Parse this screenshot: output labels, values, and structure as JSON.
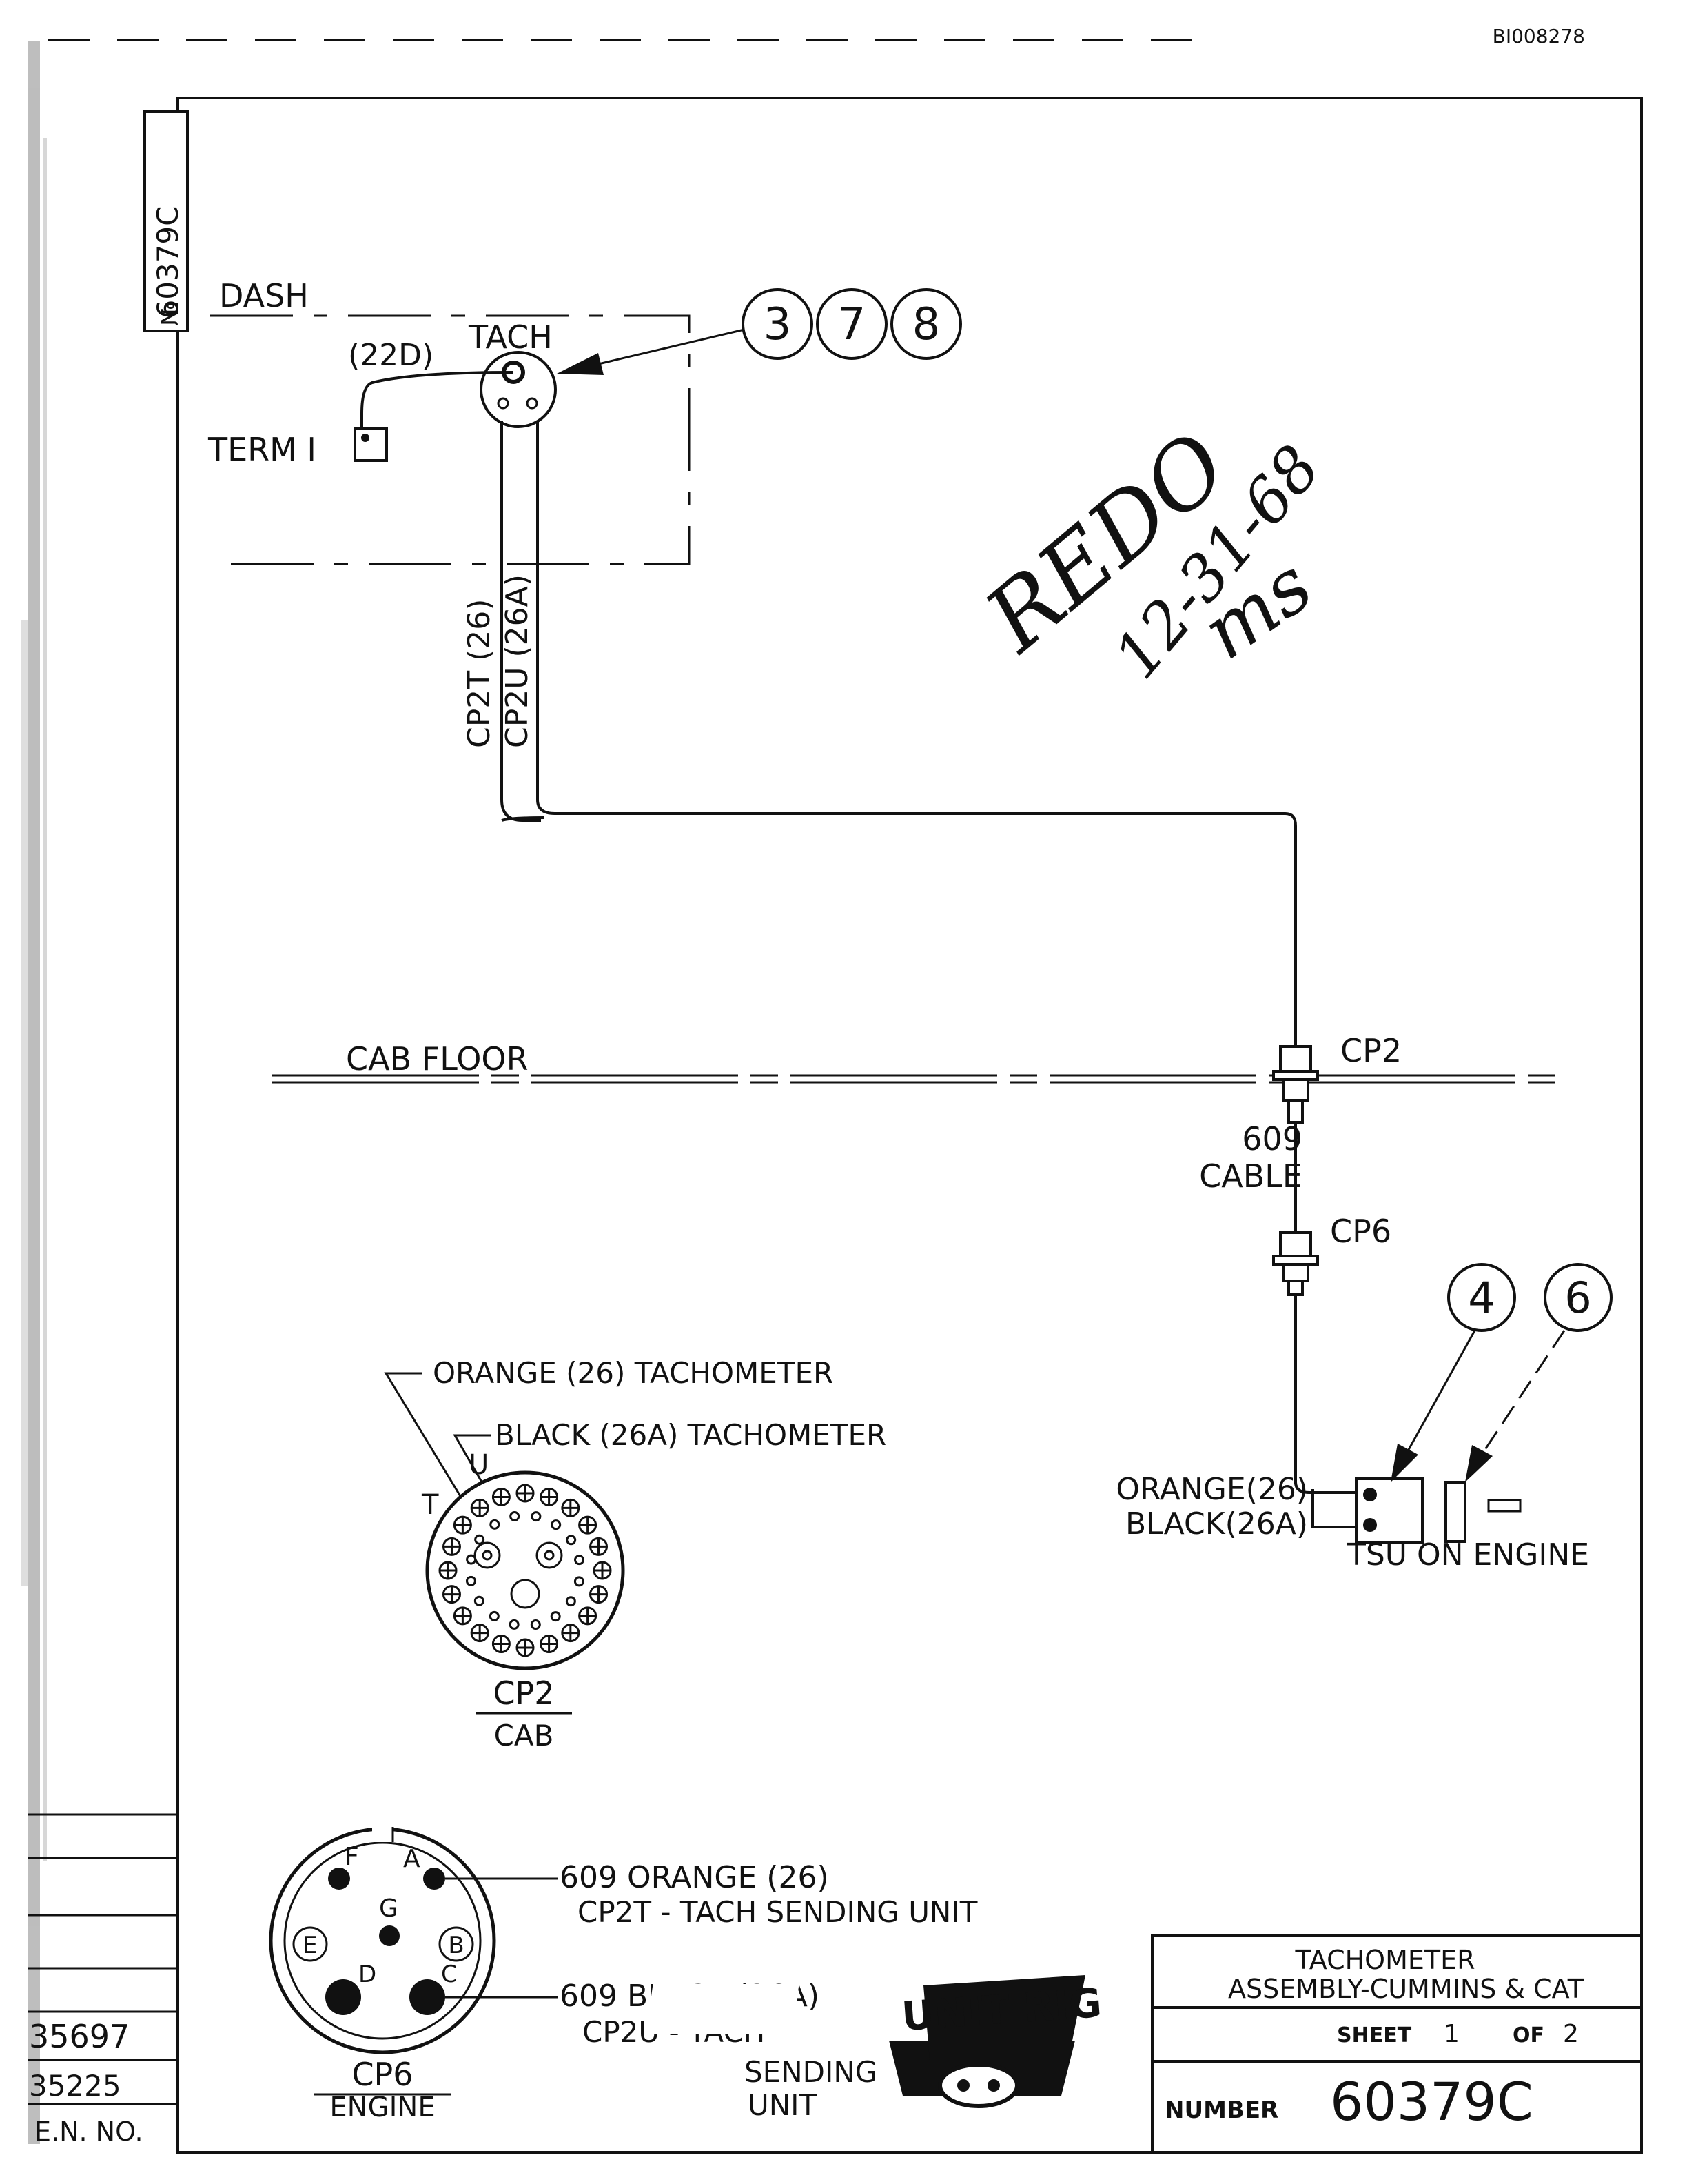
{
  "doc_id": "BI008278",
  "drawing_number_vertical": "60379C",
  "drawing_number_prefix": "№",
  "labels": {
    "dash": "DASH",
    "tach": "TACH",
    "wire_22d": "(22D)",
    "term1": "TERM I",
    "cp2t": "CP2T (26)",
    "cp2u": "CP2U (26A)",
    "cab_floor": "CAB FLOOR",
    "cp2": "CP2",
    "cable_609": "609",
    "cable": "CABLE",
    "cp6": "CP6",
    "orange_26": "ORANGE(26)",
    "black_26a": "BLACK(26A)",
    "tsu_on_engine": "TSU ON ENGINE"
  },
  "callouts": {
    "top": [
      "3",
      "7",
      "8"
    ],
    "tsu": [
      "4",
      "6"
    ]
  },
  "handwritten": {
    "line1": "REDO",
    "line2": "12-31-68",
    "line3": "ms"
  },
  "cp2_connector": {
    "orange_label": "ORANGE (26) TACHOMETER",
    "black_label": "BLACK (26A) TACHOMETER",
    "pin_t": "T",
    "pin_u": "U",
    "title": "CP2",
    "subtitle": "CAB"
  },
  "cp6_connector": {
    "pins": {
      "a": "A",
      "b": "B",
      "c": "C",
      "d": "D",
      "e": "E",
      "f": "F",
      "g": "G"
    },
    "orange_line1": "609 ORANGE (26)",
    "orange_line2": "CP2T - TACH SENDING UNIT",
    "black_line1": "609 BLACK (26A)",
    "black_line2": "CP2U - TACH",
    "black_line3": "SENDING",
    "black_line4": "UNIT",
    "title": "CP6",
    "subtitle": "ENGINE"
  },
  "logo": {
    "text": "UNIT RIG"
  },
  "revisions": {
    "rows": [
      "35697",
      "35225"
    ],
    "header": "E.N. NO."
  },
  "title_block": {
    "title_line1": "TACHOMETER",
    "title_line2": "ASSEMBLY-CUMMINS & CAT",
    "sheet_label": "SHEET",
    "sheet_num": "1",
    "of_label": "OF",
    "sheet_total": "2",
    "number_label": "NUMBER",
    "number": "60379C"
  }
}
